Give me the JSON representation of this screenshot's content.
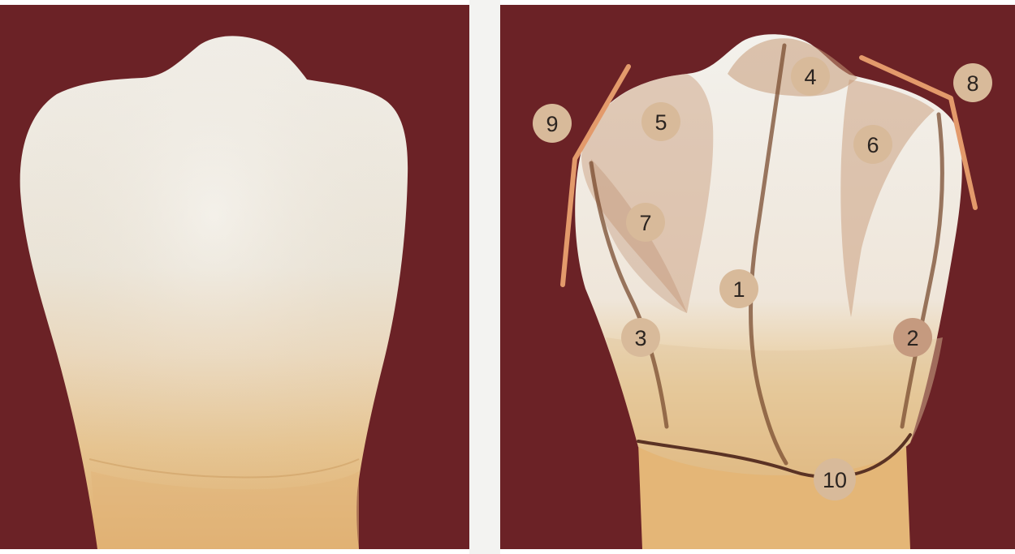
{
  "figure": {
    "left_panel": {
      "kind": "photograph",
      "subject": "tooth",
      "background_color": "#6b2226"
    },
    "right_panel": {
      "kind": "annotated-illustration",
      "background_color": "#6b2226",
      "labels": [
        "1",
        "2",
        "3",
        "4",
        "5",
        "6",
        "7",
        "8",
        "9",
        "10"
      ]
    },
    "colors": {
      "enamel_light": "#f1efea",
      "dentin_yellow": "#e5bf84",
      "marker_fill": "#d8ba9a",
      "marker_fill_dark": "#c59a7f",
      "line_brown": "#7a4c30",
      "line_orange": "#e39a6b"
    }
  }
}
